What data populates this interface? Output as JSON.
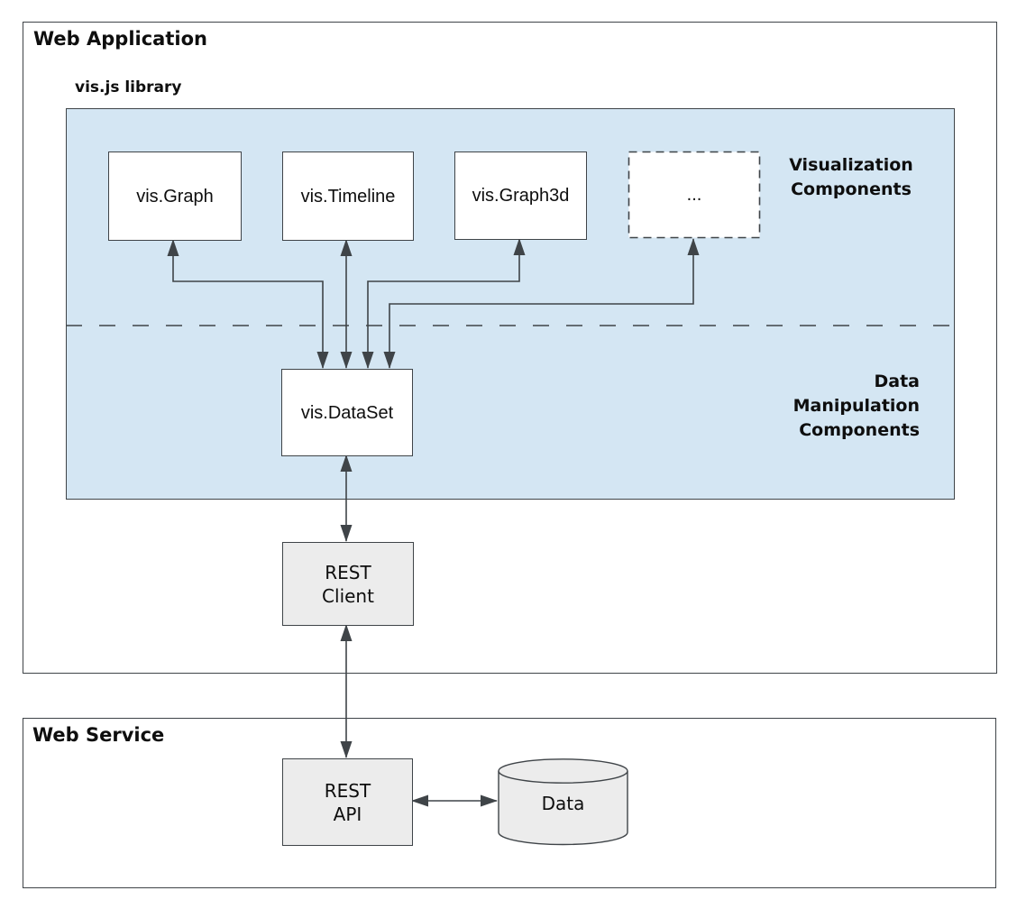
{
  "web_application": {
    "title": "Web Application",
    "visjs_library_label": "vis.js library",
    "library": {
      "components": [
        {
          "id": "vis-graph",
          "label": "vis.Graph",
          "border": "solid"
        },
        {
          "id": "vis-timeline",
          "label": "vis.Timeline",
          "border": "solid"
        },
        {
          "id": "vis-graph3d",
          "label": "vis.Graph3d",
          "border": "solid"
        },
        {
          "id": "more-components",
          "label": "...",
          "border": "dashed"
        }
      ],
      "visualization_components_label": "Visualization\nComponents",
      "data_manipulation_components_label": "Data\nManipulation\nComponents",
      "dataset_label": "vis.DataSet"
    },
    "rest_client_label": "REST\nClient"
  },
  "web_service": {
    "title": "Web Service",
    "rest_api_label": "REST\nAPI",
    "data_store_label": "Data"
  },
  "connections": [
    {
      "from": "vis.DataSet",
      "to": "vis.Graph",
      "bidirectional": true
    },
    {
      "from": "vis.DataSet",
      "to": "vis.Timeline",
      "bidirectional": true
    },
    {
      "from": "vis.DataSet",
      "to": "vis.Graph3d",
      "bidirectional": true
    },
    {
      "from": "vis.DataSet",
      "to": "...",
      "bidirectional": true
    },
    {
      "from": "REST Client",
      "to": "vis.DataSet",
      "bidirectional": true
    },
    {
      "from": "REST API",
      "to": "REST Client",
      "bidirectional": true
    },
    {
      "from": "REST API",
      "to": "Data",
      "bidirectional": true
    }
  ],
  "colors": {
    "library_fill": "#d4e6f3",
    "node_fill_white": "#ffffff",
    "node_fill_gray": "#ececec",
    "border_color": "#3f4448",
    "connector_color": "#3f4448",
    "text_color": "#0e0e0e"
  }
}
